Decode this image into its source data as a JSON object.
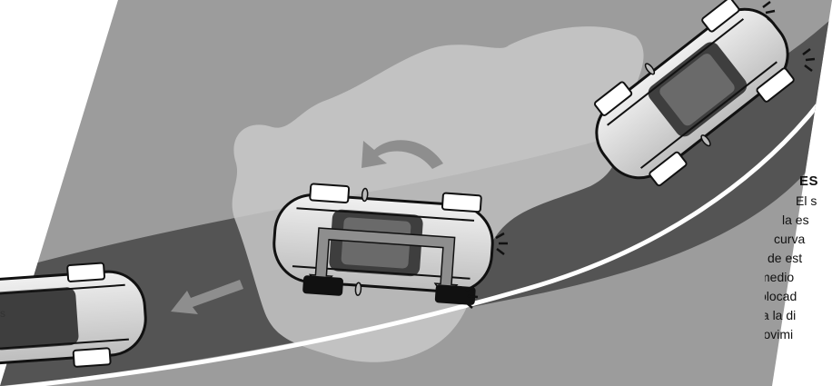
{
  "figure": {
    "title": "ES",
    "lines": [
      "El s",
      "la es",
      "curva",
      "de est",
      "medio",
      "colocad",
      "siga la di",
      "el movimi"
    ],
    "left_fragment": "s"
  },
  "colors": {
    "background": "#ffffff",
    "ground": "#9c9c9c",
    "road": "#545454",
    "road_edge_line": "#ffffff",
    "slippery_patch": "#c9c9c9",
    "car_body": "#dcdcdc",
    "braked_wheel": "#111111",
    "arrow": "#8e8e8e"
  },
  "icons": {
    "rotation_arrow": "curved-arrow-icon",
    "direction_arrow": "left-arrow-icon",
    "impact_marks": "impact-lines-icon"
  }
}
